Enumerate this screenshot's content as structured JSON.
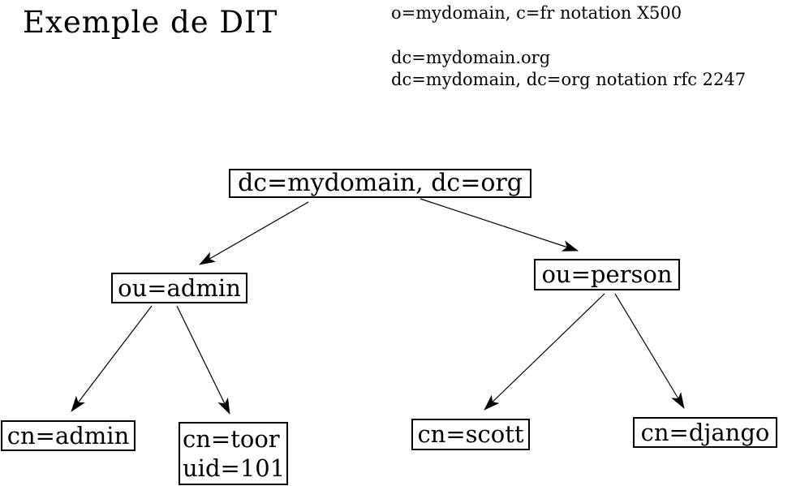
{
  "page": {
    "background_color": "#ffffff",
    "text_color": "#000000",
    "node_border_color": "#000000"
  },
  "title": "Exemple de DIT",
  "notes": {
    "line1": "o=mydomain, c=fr notation X500",
    "line2": "dc=mydomain.org",
    "line3": "dc=mydomain, dc=org notation rfc 2247"
  },
  "tree": {
    "root": {
      "label": "dc=mydomain, dc=org"
    },
    "ou_admin": {
      "label": "ou=admin"
    },
    "ou_person": {
      "label": "ou=person"
    },
    "cn_admin": {
      "label": "cn=admin"
    },
    "cn_toor": {
      "label": "cn=toor\nuid=101"
    },
    "cn_scott": {
      "label": "cn=scott"
    },
    "cn_django": {
      "label": "cn=django"
    }
  },
  "edges": [
    {
      "from": "dc=mydomain, dc=org",
      "to": "ou=admin"
    },
    {
      "from": "dc=mydomain, dc=org",
      "to": "ou=person"
    },
    {
      "from": "ou=admin",
      "to": "cn=admin"
    },
    {
      "from": "ou=admin",
      "to": "cn=toor uid=101"
    },
    {
      "from": "ou=person",
      "to": "cn=scott"
    },
    {
      "from": "ou=person",
      "to": "cn=django"
    }
  ]
}
